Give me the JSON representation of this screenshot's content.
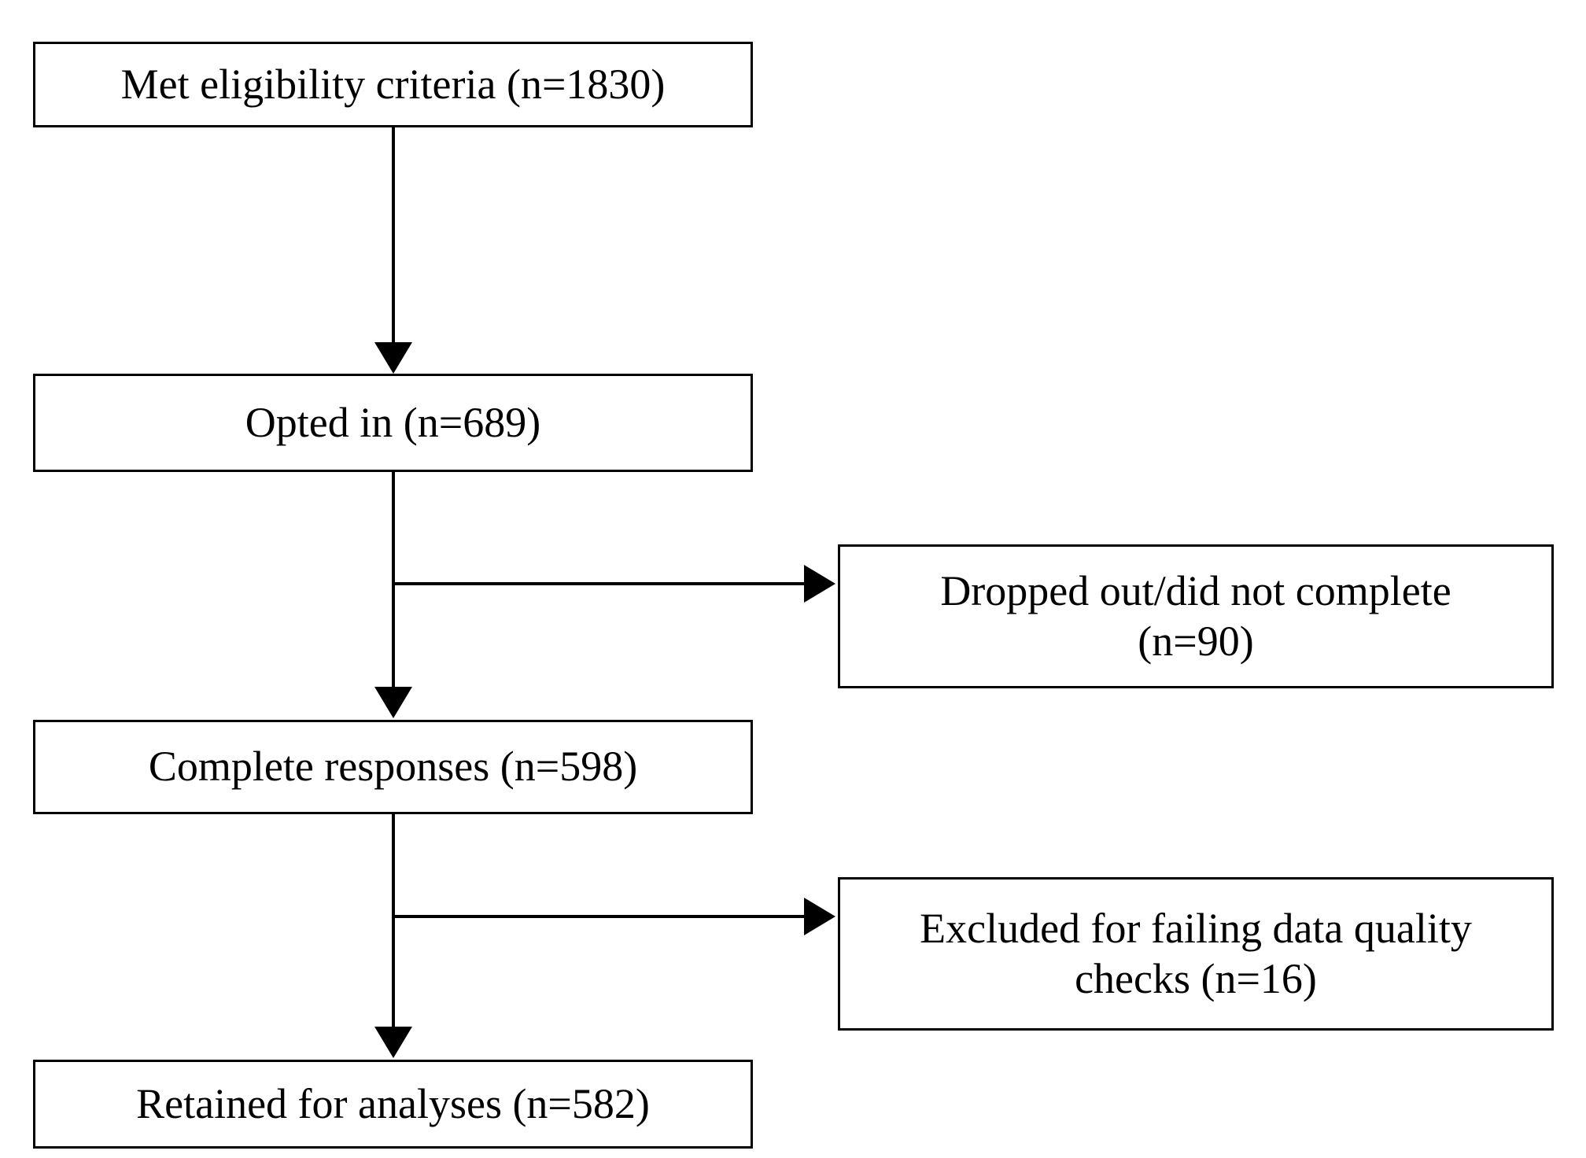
{
  "diagram": {
    "type": "participant-flow-diagram",
    "orientation": "top-to-bottom",
    "colors": {
      "background": "#ffffff",
      "box_border": "#000000",
      "box_fill": "#ffffff",
      "text": "#000000",
      "connector": "#000000"
    },
    "nodes": [
      {
        "id": "eligibility",
        "label": "Met eligibility  criteria (n=1830)",
        "stage": "Met eligibility criteria",
        "n": 1830,
        "column": "main"
      },
      {
        "id": "opted_in",
        "label": "Opted in (n=689)",
        "stage": "Opted in",
        "n": 689,
        "column": "main"
      },
      {
        "id": "dropped_out",
        "label": "Dropped out/did not complete\n(n=90)",
        "stage": "Dropped out/did not complete",
        "n": 90,
        "column": "right"
      },
      {
        "id": "complete_responses",
        "label": "Complete responses (n=598)",
        "stage": "Complete responses",
        "n": 598,
        "column": "main"
      },
      {
        "id": "excluded",
        "label": "Excluded for failing  data quality\nchecks (n=16)",
        "stage": "Excluded for failing data quality checks",
        "n": 16,
        "column": "right"
      },
      {
        "id": "retained",
        "label": "Retained for analyses (n=582)",
        "stage": "Retained for analyses",
        "n": 582,
        "column": "main"
      }
    ],
    "edges": [
      {
        "id": "edge-1",
        "from": "eligibility",
        "to": "opted_in",
        "direction": "down",
        "arrowhead": "solid-triangle"
      },
      {
        "id": "edge-2",
        "from": "opted_in",
        "to": "complete_responses",
        "direction": "down",
        "arrowhead": "solid-triangle"
      },
      {
        "id": "edge-b1",
        "from": "opted_in",
        "to": "dropped_out",
        "direction": "right",
        "arrowhead": "solid-triangle"
      },
      {
        "id": "edge-3",
        "from": "complete_responses",
        "to": "retained",
        "direction": "down",
        "arrowhead": "solid-triangle"
      },
      {
        "id": "edge-b2",
        "from": "complete_responses",
        "to": "excluded",
        "direction": "right",
        "arrowhead": "solid-triangle"
      }
    ]
  }
}
